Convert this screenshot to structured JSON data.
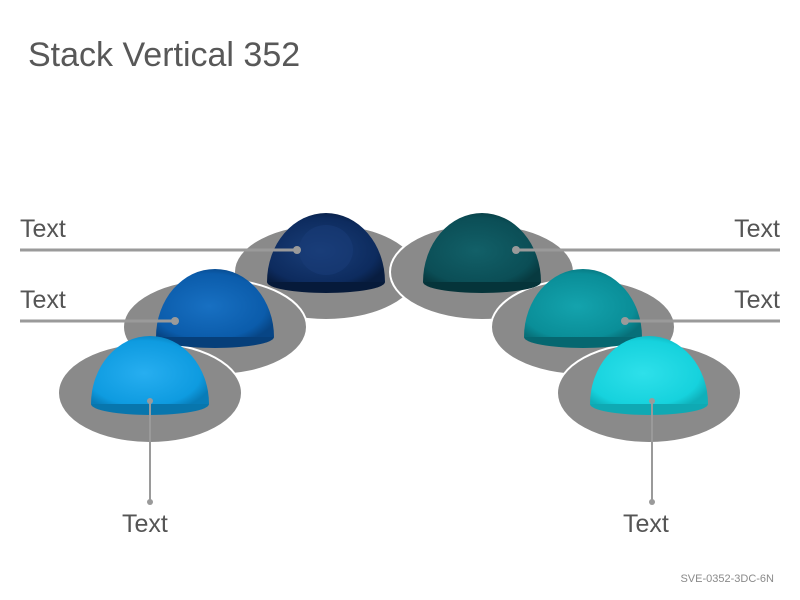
{
  "title": "Stack Vertical 352",
  "code": "SVE-0352-3DC-6N",
  "labels": {
    "top_left": "Text",
    "mid_left": "Text",
    "bottom_left": "Text",
    "top_right": "Text",
    "mid_right": "Text",
    "bottom_right": "Text"
  },
  "colors": {
    "base_gray": "#8a8a8a",
    "line_gray": "#9a9a9a",
    "dome_top_left": "#0d2b5e",
    "dome_mid_left": "#0b5cab",
    "dome_bottom_left": "#0e9be0",
    "dome_top_right": "#0b4e56",
    "dome_mid_right": "#0a8e98",
    "dome_bottom_right": "#16d2dd"
  }
}
